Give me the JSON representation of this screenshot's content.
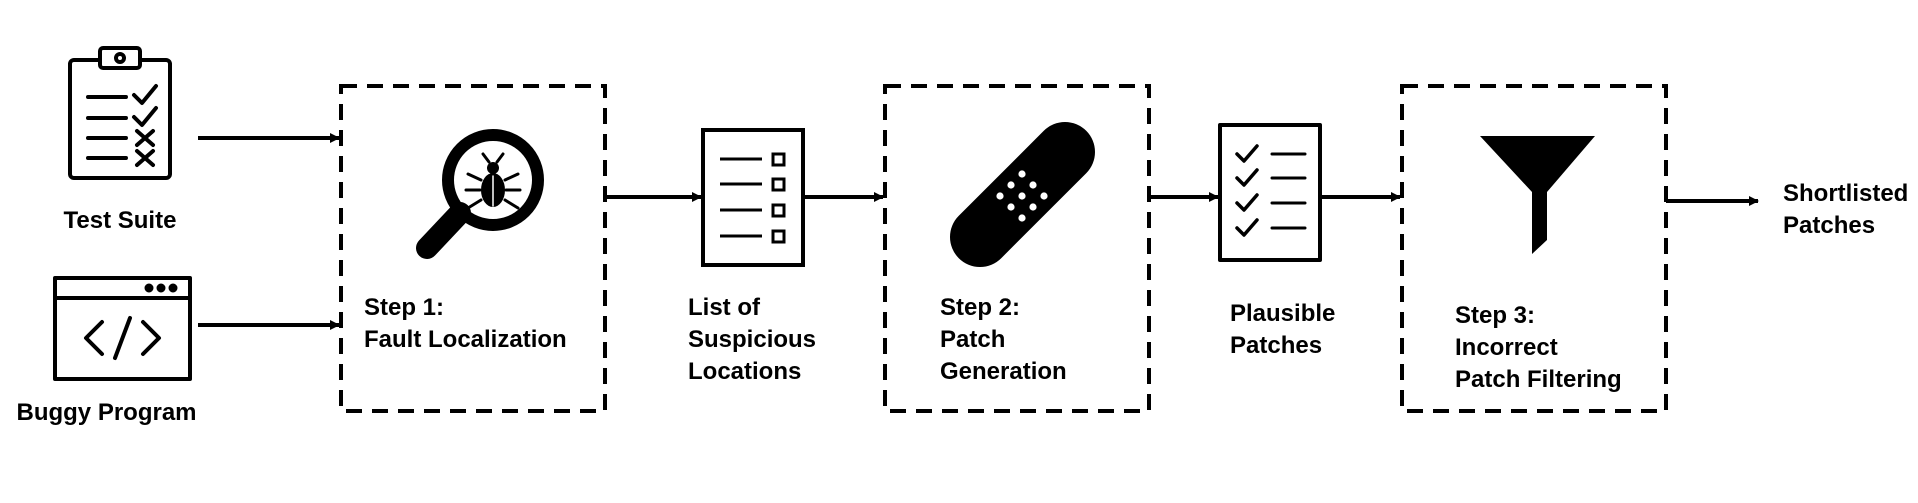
{
  "inputs": {
    "test_suite": "Test Suite",
    "buggy_program": "Buggy Program"
  },
  "steps": [
    {
      "title": "Step 1:",
      "name": "Fault Localization",
      "icon": "magnifier-bug-icon"
    },
    {
      "title": "Step 2:",
      "name_lines": [
        "Patch",
        "Generation"
      ],
      "icon": "bandage-icon"
    },
    {
      "title": "Step 3:",
      "name_lines": [
        "Incorrect",
        "Patch Filtering"
      ],
      "icon": "funnel-icon"
    }
  ],
  "artifacts": {
    "suspicious_locations": [
      "List of",
      "Suspicious",
      "Locations"
    ],
    "plausible_patches": [
      "Plausible",
      "Patches"
    ]
  },
  "output": [
    "Shortlisted",
    "Patches"
  ],
  "colors": {
    "stroke": "#000000",
    "background": "#ffffff"
  }
}
